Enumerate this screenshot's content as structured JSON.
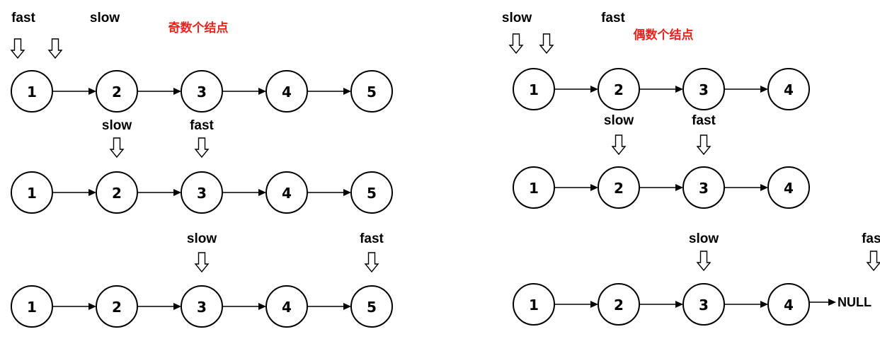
{
  "colors": {
    "title": "#e8231e",
    "stroke": "#000000"
  },
  "panels": [
    {
      "title": "奇数个结点",
      "rows": [
        {
          "nodes": [
            "1",
            "2",
            "3",
            "4",
            "5"
          ],
          "pointers": [
            {
              "label": "fast",
              "node_index": 0
            },
            {
              "label": "slow",
              "node_index": 1
            }
          ],
          "tail": ""
        },
        {
          "nodes": [
            "1",
            "2",
            "3",
            "4",
            "5"
          ],
          "pointers": [
            {
              "label": "slow",
              "node_index": 1
            },
            {
              "label": "fast",
              "node_index": 2
            }
          ],
          "tail": ""
        },
        {
          "nodes": [
            "1",
            "2",
            "3",
            "4",
            "5"
          ],
          "pointers": [
            {
              "label": "slow",
              "node_index": 2
            },
            {
              "label": "fast",
              "node_index": 4
            }
          ],
          "tail": ""
        }
      ]
    },
    {
      "title": "偶数个结点",
      "rows": [
        {
          "nodes": [
            "1",
            "2",
            "3",
            "4"
          ],
          "pointers": [
            {
              "label": "slow",
              "node_index": 0
            },
            {
              "label": "fast",
              "node_index": 1
            }
          ],
          "tail": ""
        },
        {
          "nodes": [
            "1",
            "2",
            "3",
            "4"
          ],
          "pointers": [
            {
              "label": "slow",
              "node_index": 1
            },
            {
              "label": "fast",
              "node_index": 2
            }
          ],
          "tail": ""
        },
        {
          "nodes": [
            "1",
            "2",
            "3",
            "4"
          ],
          "pointers": [
            {
              "label": "slow",
              "node_index": 2
            },
            {
              "label": "fast",
              "node_index": 4
            }
          ],
          "tail": "NULL"
        }
      ]
    }
  ]
}
